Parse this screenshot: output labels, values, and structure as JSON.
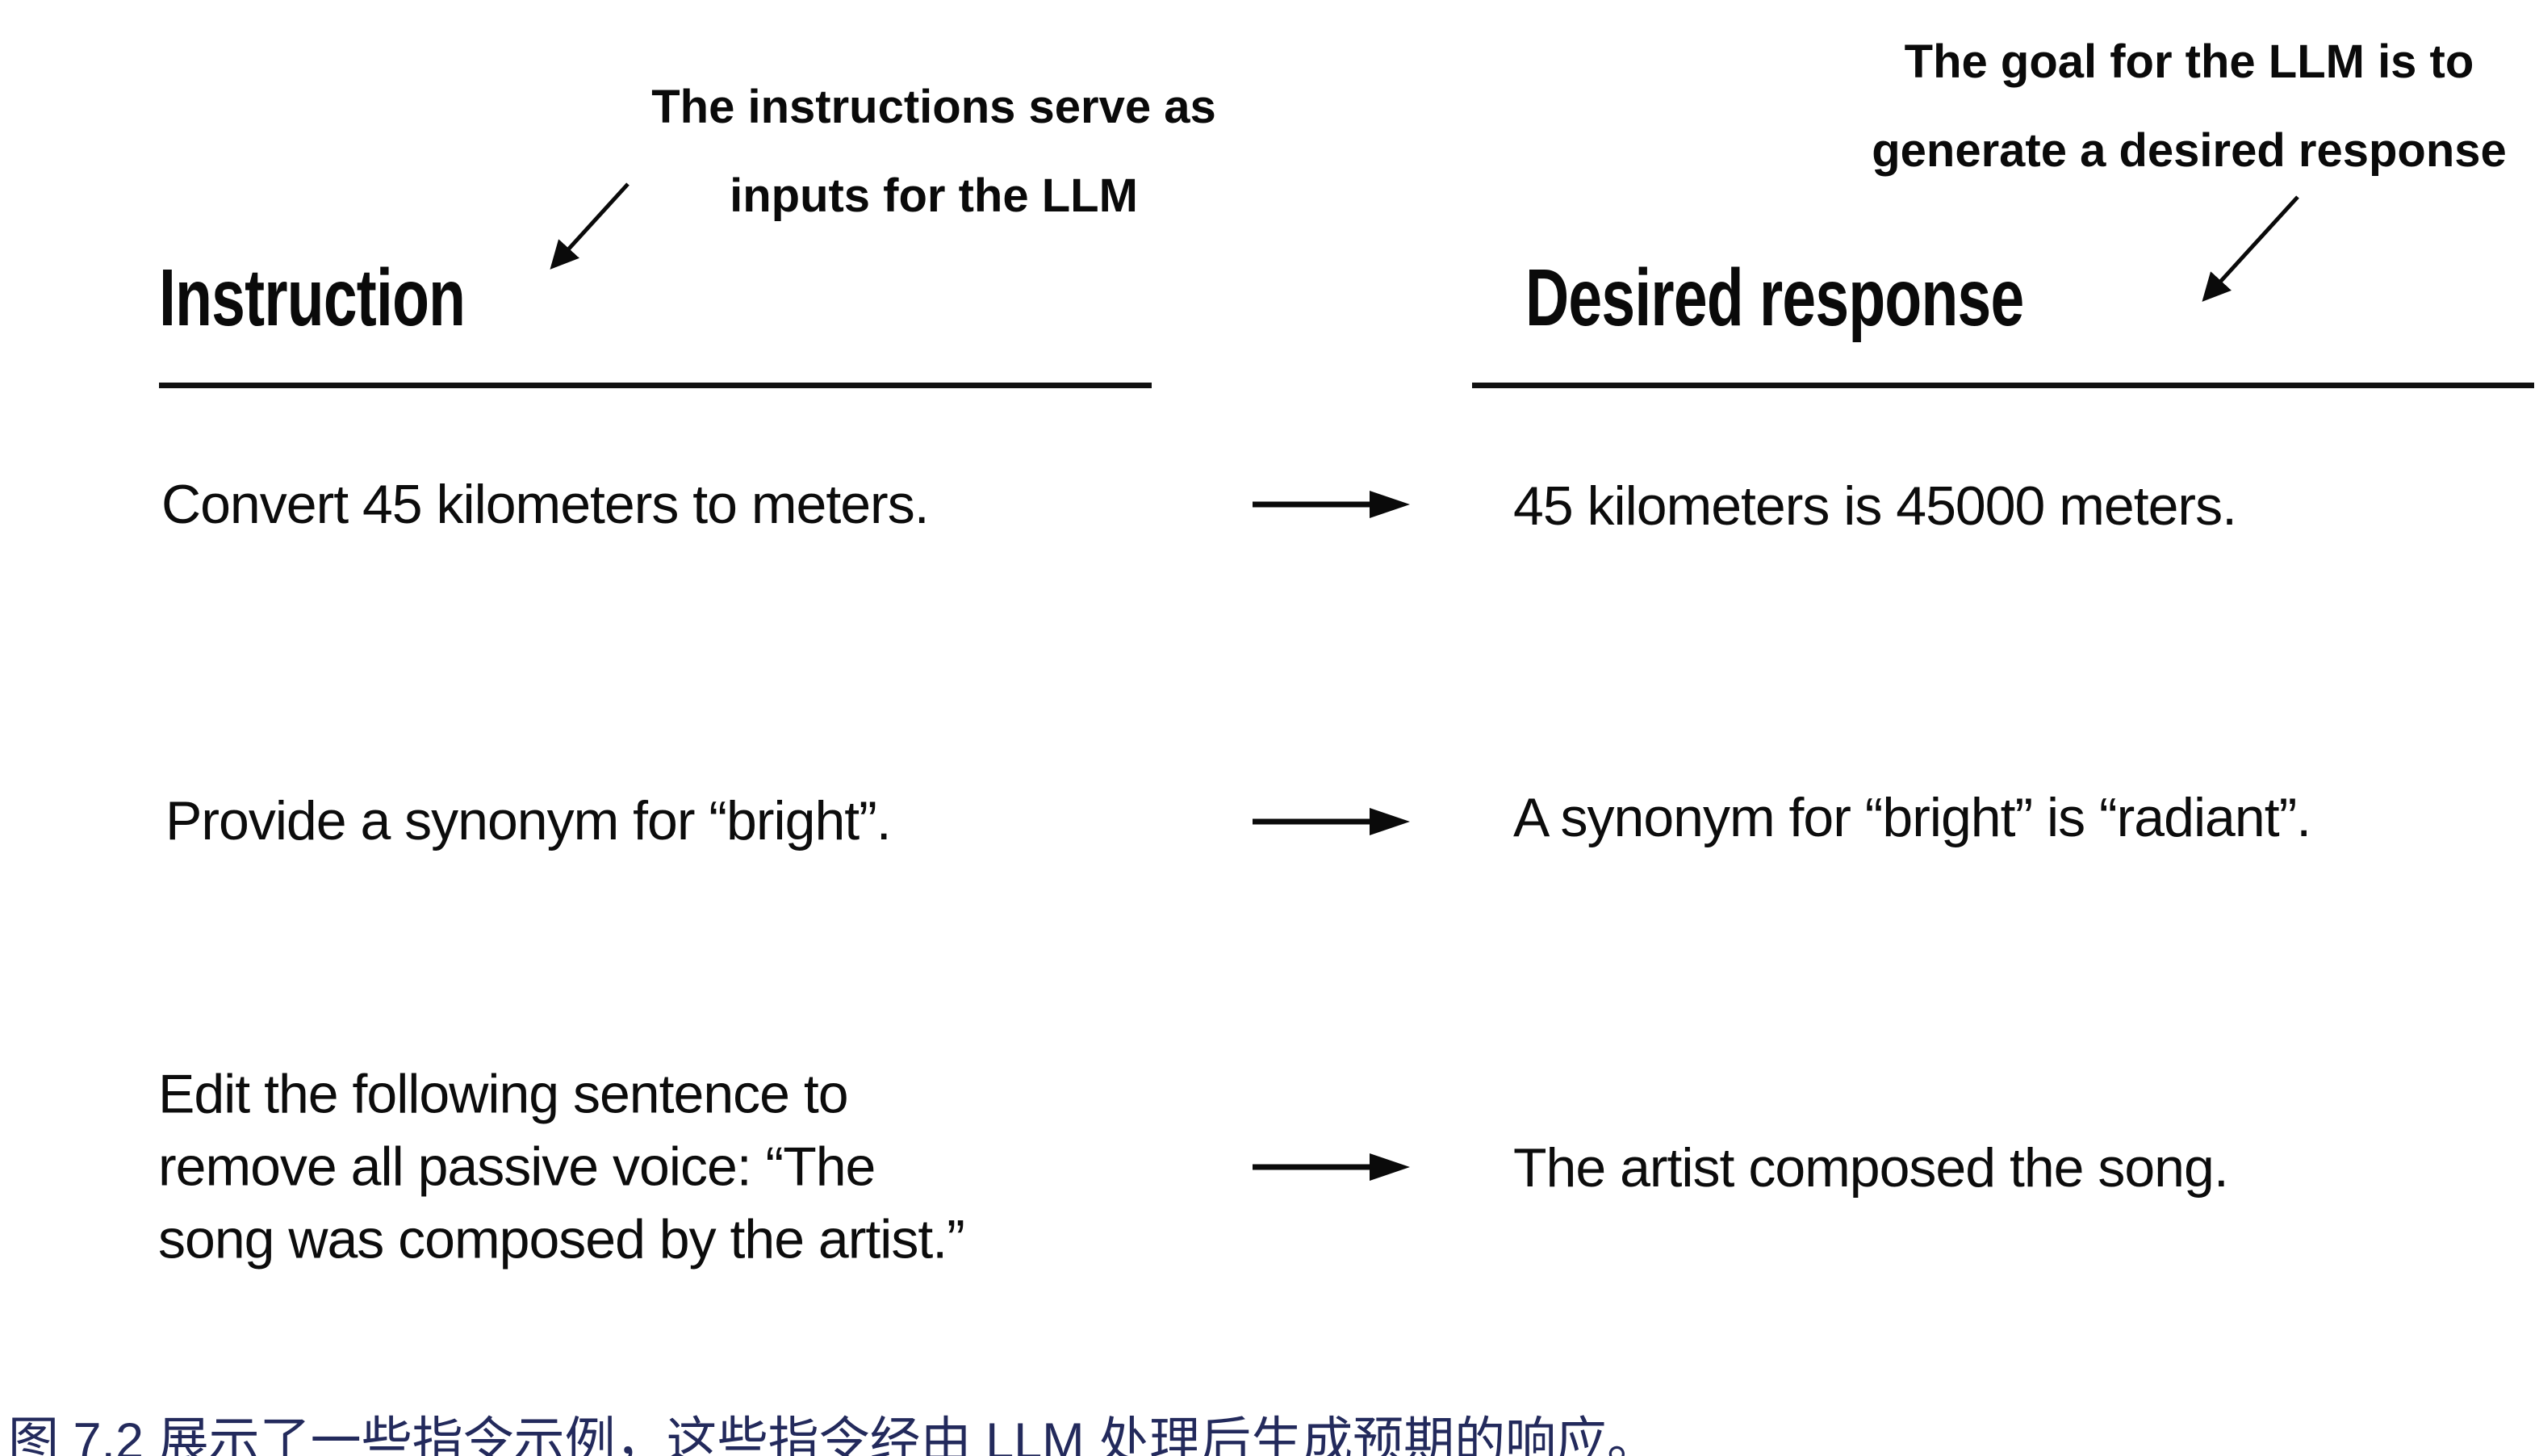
{
  "figure": {
    "annotations": {
      "left": {
        "lines": [
          "The instructions serve as",
          "inputs for the LLM"
        ]
      },
      "right": {
        "lines": [
          "The goal for the LLM is to",
          "generate a desired response"
        ]
      }
    },
    "columns": {
      "instruction_header": "Instruction",
      "response_header": "Desired response"
    },
    "rows": [
      {
        "instruction": "Convert 45 kilometers to meters.",
        "response": "45 kilometers is 45000 meters."
      },
      {
        "instruction": "Provide a synonym for “bright”.",
        "response": "A synonym for “bright” is “radiant”."
      },
      {
        "instruction": "Edit the following sentence to\nremove all passive voice: “The\nsong was composed by the artist.”",
        "response": "The artist composed the song."
      }
    ],
    "caption": "图 7.2 展示了一些指令示例，这些指令经由 LLM 处理后生成预期的响应。"
  },
  "icons": {
    "row_arrow": "right-arrow →",
    "annotation_arrow_left": "down-left-arrow ↙",
    "annotation_arrow_right": "down-left-arrow ↙"
  },
  "colors": {
    "text": "#0d0d0d",
    "caption": "#232a5c",
    "background": "#ffffff"
  }
}
